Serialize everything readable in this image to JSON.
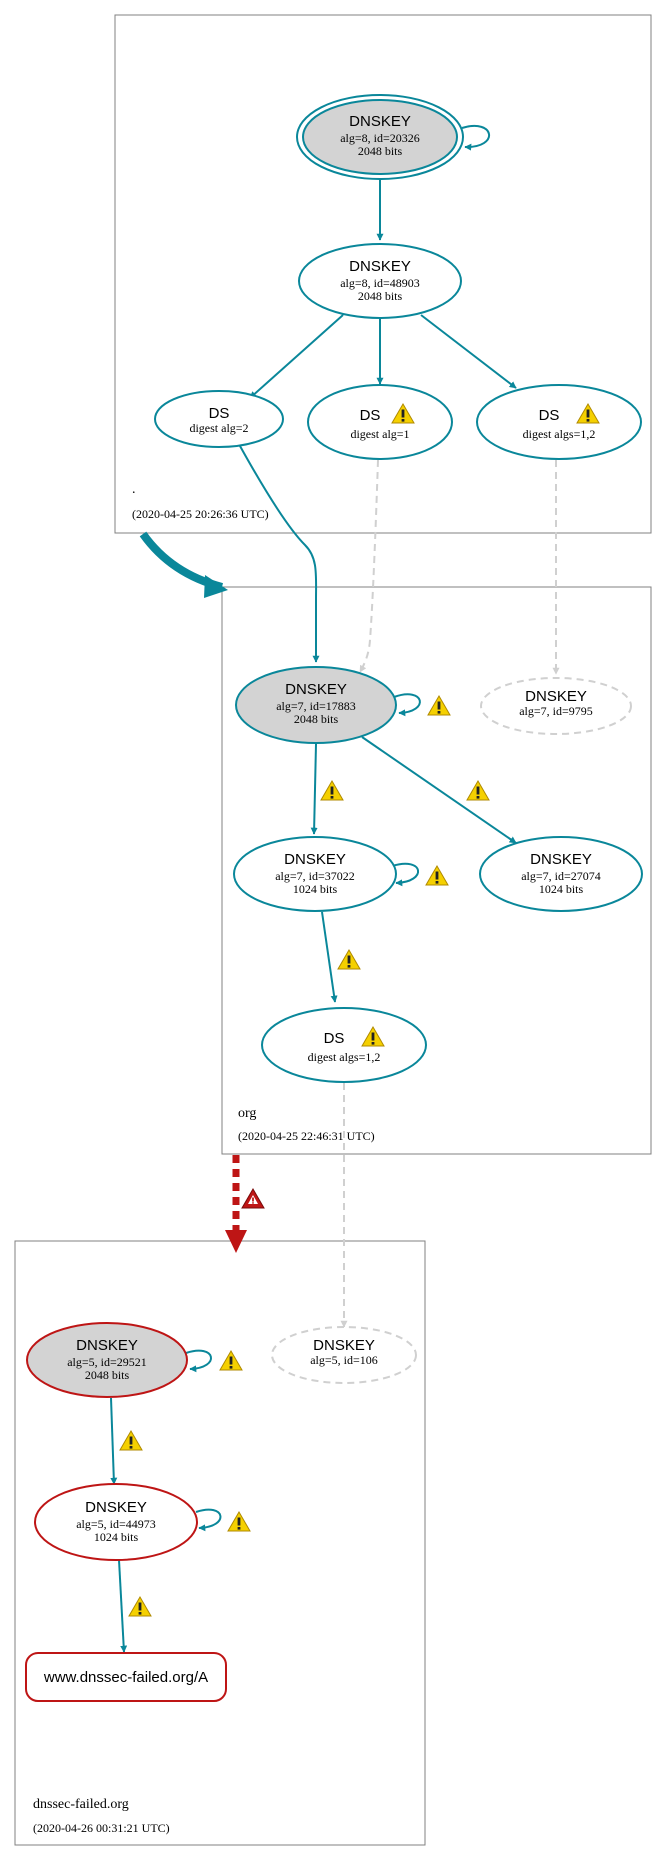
{
  "zones": [
    {
      "name": ".",
      "timestamp": "(2020-04-25 20:26:36 UTC)"
    },
    {
      "name": "org",
      "timestamp": "(2020-04-25 22:46:31 UTC)"
    },
    {
      "name": "dnssec-failed.org",
      "timestamp": "(2020-04-26 00:31:21 UTC)"
    }
  ],
  "nodes": {
    "root_ksk": {
      "title": "DNSKEY",
      "line1": "alg=8, id=20326",
      "line2": "2048 bits"
    },
    "root_zsk": {
      "title": "DNSKEY",
      "line1": "alg=8, id=48903",
      "line2": "2048 bits"
    },
    "ds_2": {
      "title": "DS",
      "line1": "digest alg=2"
    },
    "ds_1": {
      "title": "DS",
      "line1": "digest alg=1"
    },
    "ds_12": {
      "title": "DS",
      "line1": "digest algs=1,2"
    },
    "org_ksk": {
      "title": "DNSKEY",
      "line1": "alg=7, id=17883",
      "line2": "2048 bits"
    },
    "org_9795": {
      "title": "DNSKEY",
      "line1": "alg=7, id=9795"
    },
    "org_37022": {
      "title": "DNSKEY",
      "line1": "alg=7, id=37022",
      "line2": "1024 bits"
    },
    "org_27074": {
      "title": "DNSKEY",
      "line1": "alg=7, id=27074",
      "line2": "1024 bits"
    },
    "org_ds": {
      "title": "DS",
      "line1": "digest algs=1,2"
    },
    "df_ksk": {
      "title": "DNSKEY",
      "line1": "alg=5, id=29521",
      "line2": "2048 bits"
    },
    "df_106": {
      "title": "DNSKEY",
      "line1": "alg=5, id=106"
    },
    "df_zsk": {
      "title": "DNSKEY",
      "line1": "alg=5, id=44973",
      "line2": "1024 bits"
    },
    "rrset": {
      "title": "www.dnssec-failed.org/A"
    }
  },
  "colors": {
    "secure": "#0a879a",
    "bogus": "#be1515",
    "non_existent": "#d0d0d0",
    "ksk_fill": "#d3d3d3",
    "zone_border": "#808080",
    "warning_fill": "#f5d000"
  }
}
